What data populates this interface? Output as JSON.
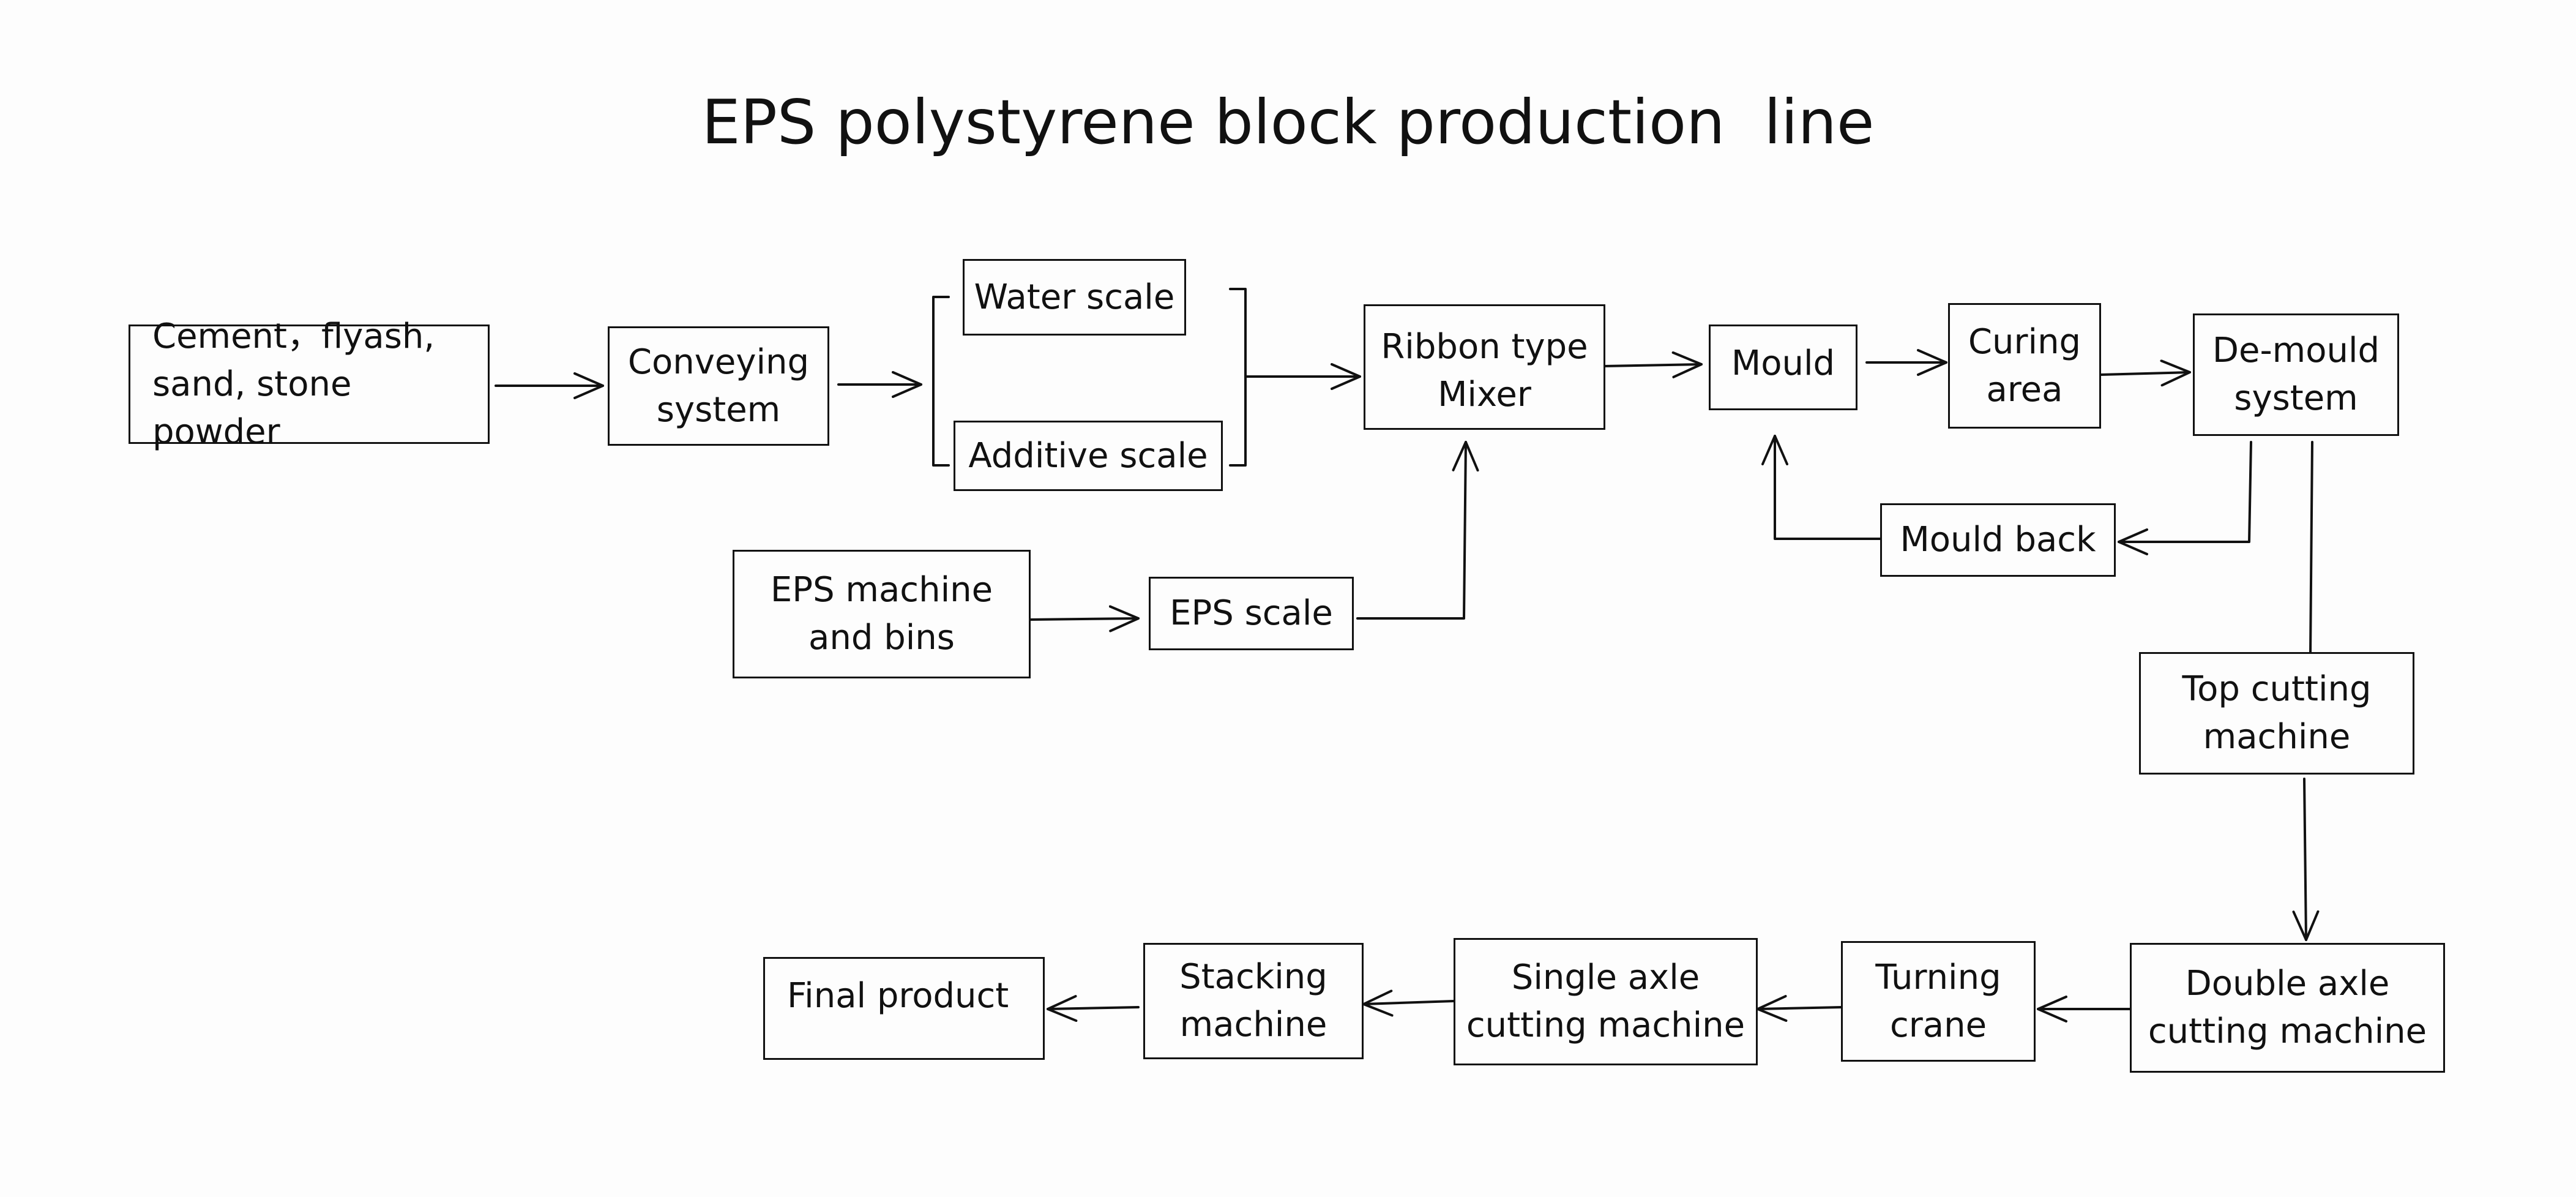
{
  "title": "EPS polystyrene block production  line",
  "nodes": {
    "raw_materials": "Cement，flyash,\nsand, stone powder",
    "conveying": "Conveying\nsystem",
    "water_scale": "Water scale",
    "additive_scale": "Additive scale",
    "mixer": "Ribbon type\nMixer",
    "mould": "Mould",
    "curing": "Curing\narea",
    "demould": "De-mould\nsystem",
    "mould_back": "Mould back",
    "eps_machine": "EPS machine\nand bins",
    "eps_scale": "EPS scale",
    "top_cutting": "Top cutting\nmachine",
    "double_axle": "Double axle\ncutting machine",
    "turning_crane": "Turning\ncrane",
    "single_axle": "Single axle\ncutting machine",
    "stacking": "Stacking\nmachine",
    "final_product": "Final product"
  },
  "edges": [
    [
      "raw_materials",
      "conveying"
    ],
    [
      "conveying",
      "water_scale"
    ],
    [
      "conveying",
      "additive_scale"
    ],
    [
      "water_scale",
      "mixer"
    ],
    [
      "additive_scale",
      "mixer"
    ],
    [
      "eps_machine",
      "eps_scale"
    ],
    [
      "eps_scale",
      "mixer"
    ],
    [
      "mixer",
      "mould"
    ],
    [
      "mould",
      "curing"
    ],
    [
      "curing",
      "demould"
    ],
    [
      "demould",
      "mould_back"
    ],
    [
      "mould_back",
      "mould"
    ],
    [
      "demould",
      "top_cutting"
    ],
    [
      "top_cutting",
      "double_axle"
    ],
    [
      "double_axle",
      "turning_crane"
    ],
    [
      "turning_crane",
      "single_axle"
    ],
    [
      "single_axle",
      "stacking"
    ],
    [
      "stacking",
      "final_product"
    ]
  ]
}
